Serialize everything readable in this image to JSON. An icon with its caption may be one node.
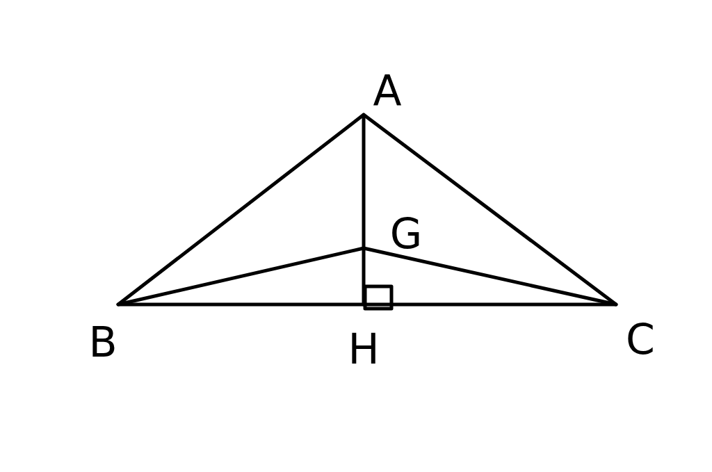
{
  "diagram": {
    "labels": [
      "A",
      "G",
      "B",
      "H",
      "C"
    ]
  }
}
